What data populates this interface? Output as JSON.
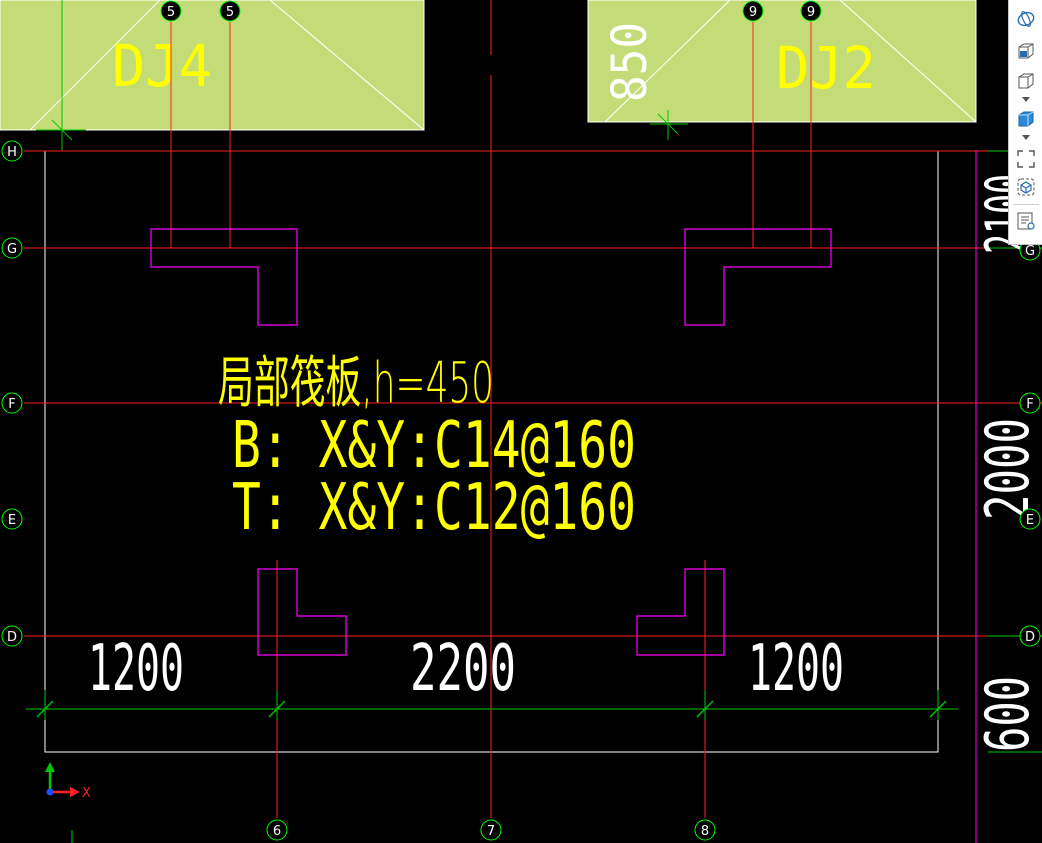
{
  "drawing": {
    "axis_labels": {
      "top_5a": "5",
      "top_5b": "5",
      "top_9a": "9",
      "top_9b": "9",
      "left_H": "H",
      "left_G": "G",
      "left_F": "F",
      "left_E": "E",
      "left_D": "D",
      "right_G": "G",
      "right_F": "F",
      "right_E": "E",
      "right_D": "D",
      "bottom_6": "6",
      "bottom_7": "7",
      "bottom_8": "8"
    },
    "footing_labels": {
      "left": "DJ4",
      "right": "DJ2",
      "right_dim": "850"
    },
    "slab_annotation": {
      "title": "局部筏板,h=450",
      "bottom_rebar": "B: X&Y:C14@160",
      "top_rebar": "T: X&Y:C12@160"
    },
    "dimensions": {
      "bottom_left": "1200",
      "bottom_middle": "2200",
      "bottom_right": "1200",
      "right_upper": "2100",
      "right_middle": "2000",
      "right_lower": "600"
    },
    "ucs": {
      "x_label": "X"
    }
  },
  "colors": {
    "background": "#000000",
    "axis_line": "#ff2020",
    "dim_line": "#00c800",
    "slab_outline": "#ffffff",
    "column": "#ff00ff",
    "footing_fill": "#c4dc78",
    "text_yellow": "#ffff00",
    "text_white": "#ffffff",
    "bubble": "#00ff00",
    "magenta_line": "#ff00ff"
  },
  "toolbar": {
    "icons": [
      "orbit-icon",
      "view-3d-icon",
      "view-cube-icon",
      "view-box-icon",
      "zoom-extents-icon",
      "iso-view-icon",
      "properties-icon"
    ]
  }
}
